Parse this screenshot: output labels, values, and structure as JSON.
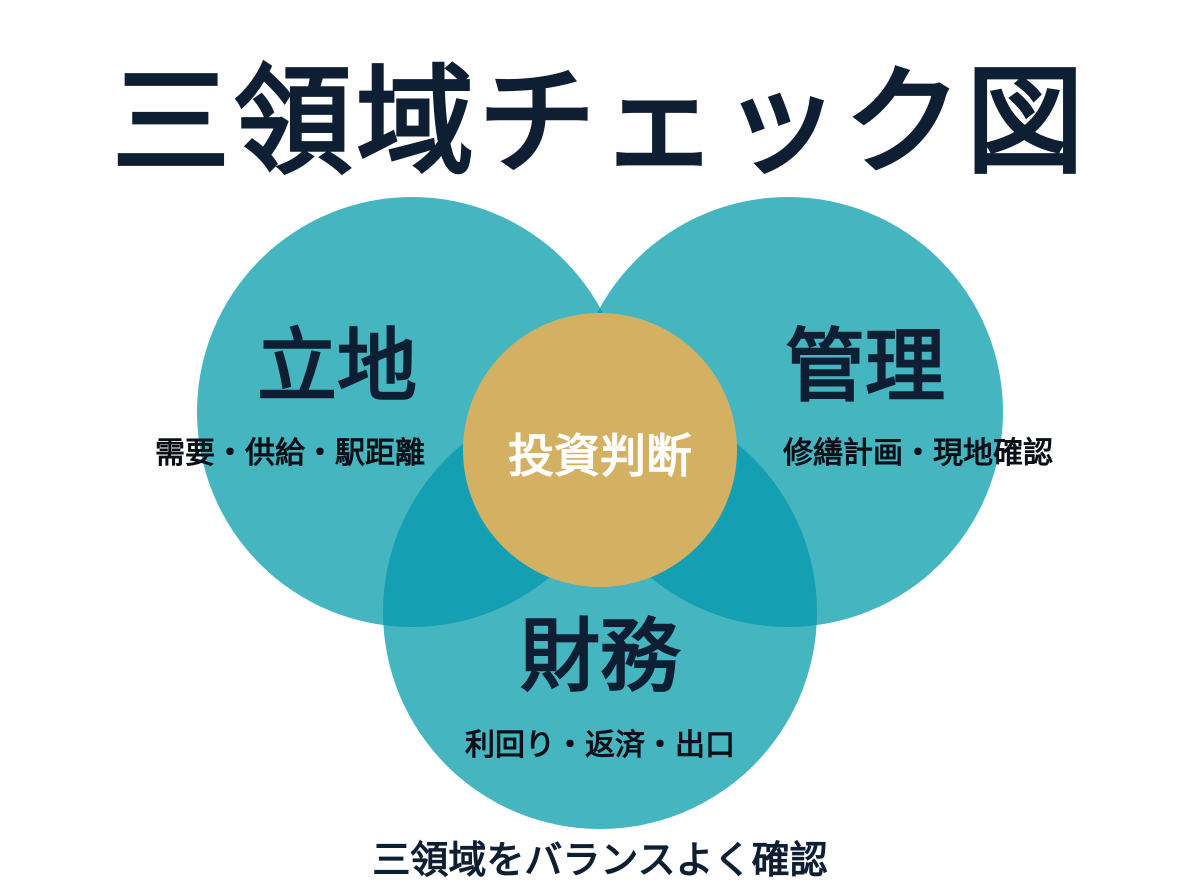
{
  "title": "三領域チェック図",
  "colors": {
    "circle": "#45b5c0",
    "overlap": "#14a0b2",
    "center": "#d4b063",
    "text": "#0e1e33",
    "center_text": "#ffffff"
  },
  "domains": [
    {
      "id": "location",
      "name": "立地",
      "detail": "需要・供給・駅距離"
    },
    {
      "id": "management",
      "name": "管理",
      "detail": "修繕計画・現地確認"
    },
    {
      "id": "finance",
      "name": "財務",
      "detail": "利回り・返済・出口"
    }
  ],
  "center": {
    "label": "投資判断"
  },
  "footer": "三領域をバランスよく確認"
}
